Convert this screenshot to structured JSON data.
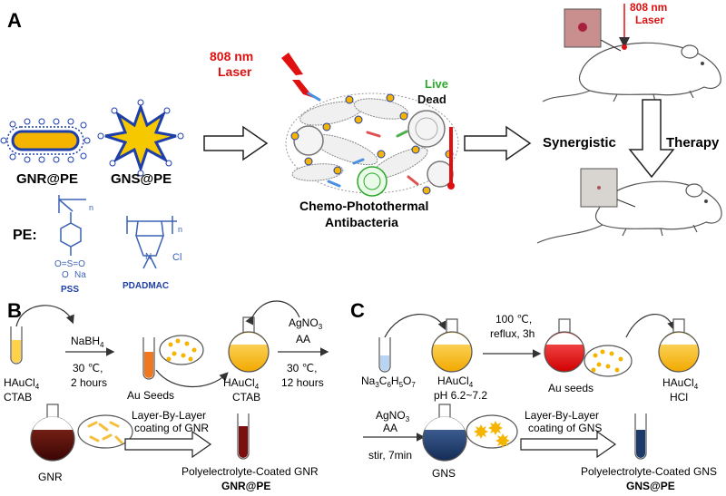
{
  "panel_a": {
    "letter": "A",
    "gnr_label": "GNR@PE",
    "gns_label": "GNS@PE",
    "laser_line1": "808 nm",
    "laser_line2": "Laser",
    "live": "Live",
    "dead": "Dead",
    "center_line1": "Chemo-Photothermal",
    "center_line2": "Antibacteria",
    "synergistic": "Synergistic",
    "therapy": "Therapy",
    "mouse_laser_line1": "808 nm",
    "mouse_laser_line2": "Laser",
    "pe_label": "PE:",
    "pss_label": "PSS",
    "pdadmac_label": "PDADMAC",
    "na_label": "Na",
    "cl_label": "Cl",
    "n_sub": "n",
    "so_label": "O=S=O",
    "o_label": "O",
    "n_atom": "N"
  },
  "panel_b": {
    "letter": "B",
    "haucl4_1": "HAuCl",
    "haucl4_1_sub": "4",
    "ctab_1": "CTAB",
    "nabh4": "NaBH",
    "nabh4_sub": "4",
    "cond1_line1": "30 ℃,",
    "cond1_line2": "2 hours",
    "au_seeds": "Au Seeds",
    "haucl4_2": "HAuCl",
    "haucl4_2_sub": "4",
    "ctab_2": "CTAB",
    "agno3": "AgNO",
    "agno3_sub": "3",
    "aa": "AA",
    "cond2_line1": "30 ℃,",
    "cond2_line2": "12 hours",
    "gnr": "GNR",
    "lbl_line1": "Layer-By-Layer",
    "lbl_line2": "coating of GNR",
    "coated_line1": "Polyelectrolyte-Coated GNR",
    "coated_line2": "GNR@PE"
  },
  "panel_c": {
    "letter": "C",
    "citrate": "Na",
    "citrate_rest": "C",
    "citrate_h": "H",
    "citrate_o": "O",
    "haucl4_1": "HAuCl",
    "haucl4_1_sub": "4",
    "ph": "pH 6.2~7.2",
    "cond1_line1": "100 ℃,",
    "cond1_line2": "reflux, 3h",
    "au_seeds": "Au seeds",
    "haucl4_2": "HAuCl",
    "haucl4_2_sub": "4",
    "hcl": "HCl",
    "agno3": "AgNO",
    "agno3_sub": "3",
    "aa": "AA",
    "stir": "stir, 7min",
    "gns": "GNS",
    "lbl_line1": "Layer-By-Layer",
    "lbl_line2": "coating of GNS",
    "coated_line1": "Polyelectrolyte-Coated GNS",
    "coated_line2": "GNS@PE"
  },
  "colors": {
    "gold": "#f5b400",
    "blue": "#1f3fa8",
    "red": "#e01010",
    "green": "#2ca82c",
    "dark_red": "#5a0a0a",
    "navy": "#1d3a6b",
    "chem_blue": "#3b62b5"
  }
}
